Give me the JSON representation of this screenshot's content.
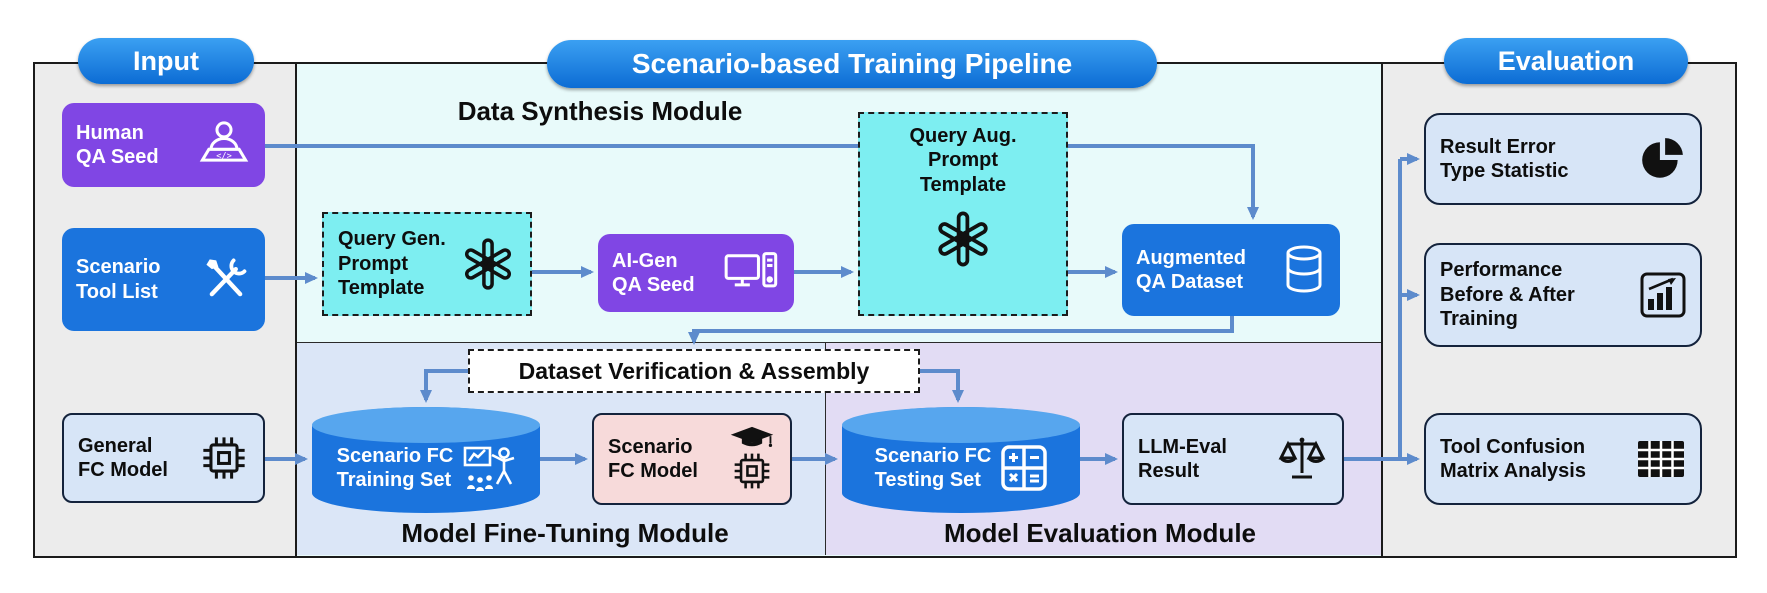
{
  "colors": {
    "arrow": "#5d8bcc",
    "node_blue": "#1b74dd",
    "node_purple": "#8046e4",
    "node_cyan": "#7deef1",
    "region_synthesis": "#e8fafa",
    "region_finetune": "#dbe6f7",
    "region_evalmod": "#e2dcf4",
    "pill_blue": "#0c6cd4"
  },
  "pills": {
    "input": "Input",
    "pipeline": "Scenario-based Training Pipeline",
    "evaluation": "Evaluation"
  },
  "modules": {
    "synthesis_title": "Data Synthesis Module",
    "finetune_title": "Model Fine-Tuning Module",
    "evalmod_title": "Model Evaluation Module"
  },
  "nodes": {
    "human_qa_seed": "Human\nQA Seed",
    "scenario_tool_list": "Scenario\nTool List",
    "general_fc_model": "General\nFC Model",
    "query_gen_template": "Query Gen.\nPrompt\nTemplate",
    "ai_gen_qa_seed": "AI-Gen\nQA Seed",
    "query_aug_template": "Query Aug.\nPrompt\nTemplate",
    "augmented_qa_dataset": "Augmented\nQA Dataset",
    "verification": "Dataset Verification & Assembly",
    "training_set": "Scenario FC\nTraining Set",
    "scenario_fc_model": "Scenario\nFC Model",
    "testing_set": "Scenario FC\nTesting Set",
    "llm_eval_result": "LLM-Eval\nResult",
    "result_error": "Result Error\nType Statistic",
    "performance": "Performance\nBefore & After\nTraining",
    "tool_confusion": "Tool Confusion\nMatrix Analysis"
  },
  "icons": {
    "human_qa_seed": "person-at-laptop-icon",
    "scenario_tool_list": "crossed-tools-icon",
    "general_fc_model": "chip-icon",
    "query_gen_template": "openai-logo-icon",
    "ai_gen_qa_seed": "computer-workstation-icon",
    "query_aug_template": "openai-logo-icon",
    "augmented_qa_dataset": "database-icon",
    "training_set": "teacher-presentation-icon",
    "scenario_fc_model": "graduation-cap-chip-icon",
    "testing_set": "calculator-icon",
    "llm_eval_result": "balance-scale-icon",
    "result_error": "pie-chart-icon",
    "performance": "bar-chart-icon",
    "tool_confusion": "table-grid-icon"
  }
}
